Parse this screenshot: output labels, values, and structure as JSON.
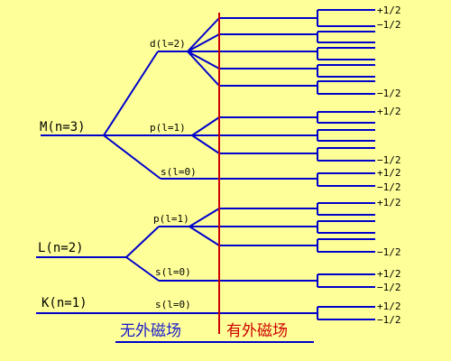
{
  "levels": {
    "M": "M(n=3)",
    "L": "L(n=2)",
    "K": "K(n=1)"
  },
  "subshells": {
    "M_d": "d(l=2)",
    "M_p": "p(l=1)",
    "M_s": "s(l=0)",
    "L_p": "p(l=1)",
    "L_s": "s(l=0)",
    "K_s": "s(l=0)"
  },
  "spins": {
    "plus": "+1/2",
    "minus": "−1/2"
  },
  "captions": {
    "no_field": "无外磁场",
    "with_field": "有外磁场"
  },
  "colors": {
    "background": "#ffff99",
    "lines": "#0000cc",
    "divider": "#cc0000",
    "caption_no_field": "#1a1acc",
    "caption_with_field": "#cc0000"
  }
}
